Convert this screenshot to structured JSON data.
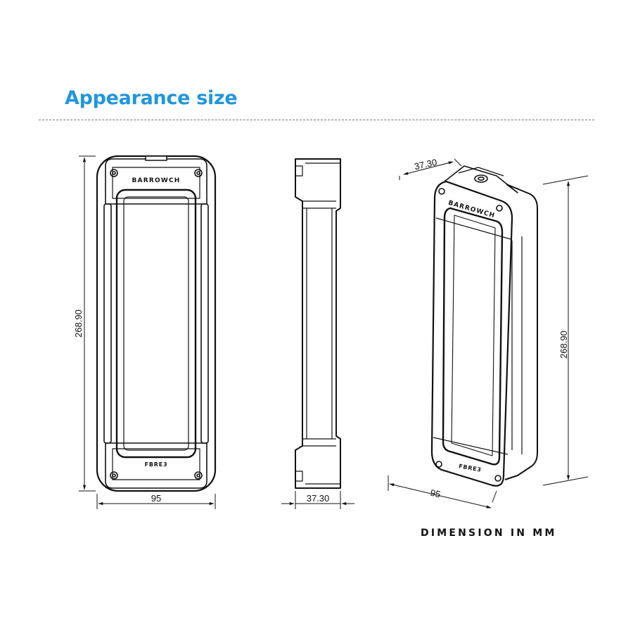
{
  "header": {
    "title": "Appearance size"
  },
  "front_view": {
    "height_label": "268.90",
    "width_label": "95",
    "brand_text": "BARROWCH",
    "model_text": "FBRE3"
  },
  "side_view": {
    "depth_label": "37.30"
  },
  "iso_view": {
    "depth_label": "37.30",
    "height_label": "268.90",
    "width_label": "95",
    "brand_text": "BARROWCH",
    "model_text": "FBRE3"
  },
  "footer": {
    "note": "DIMENSION IN MM"
  },
  "colors": {
    "title": "#2196de",
    "line": "#111111"
  }
}
